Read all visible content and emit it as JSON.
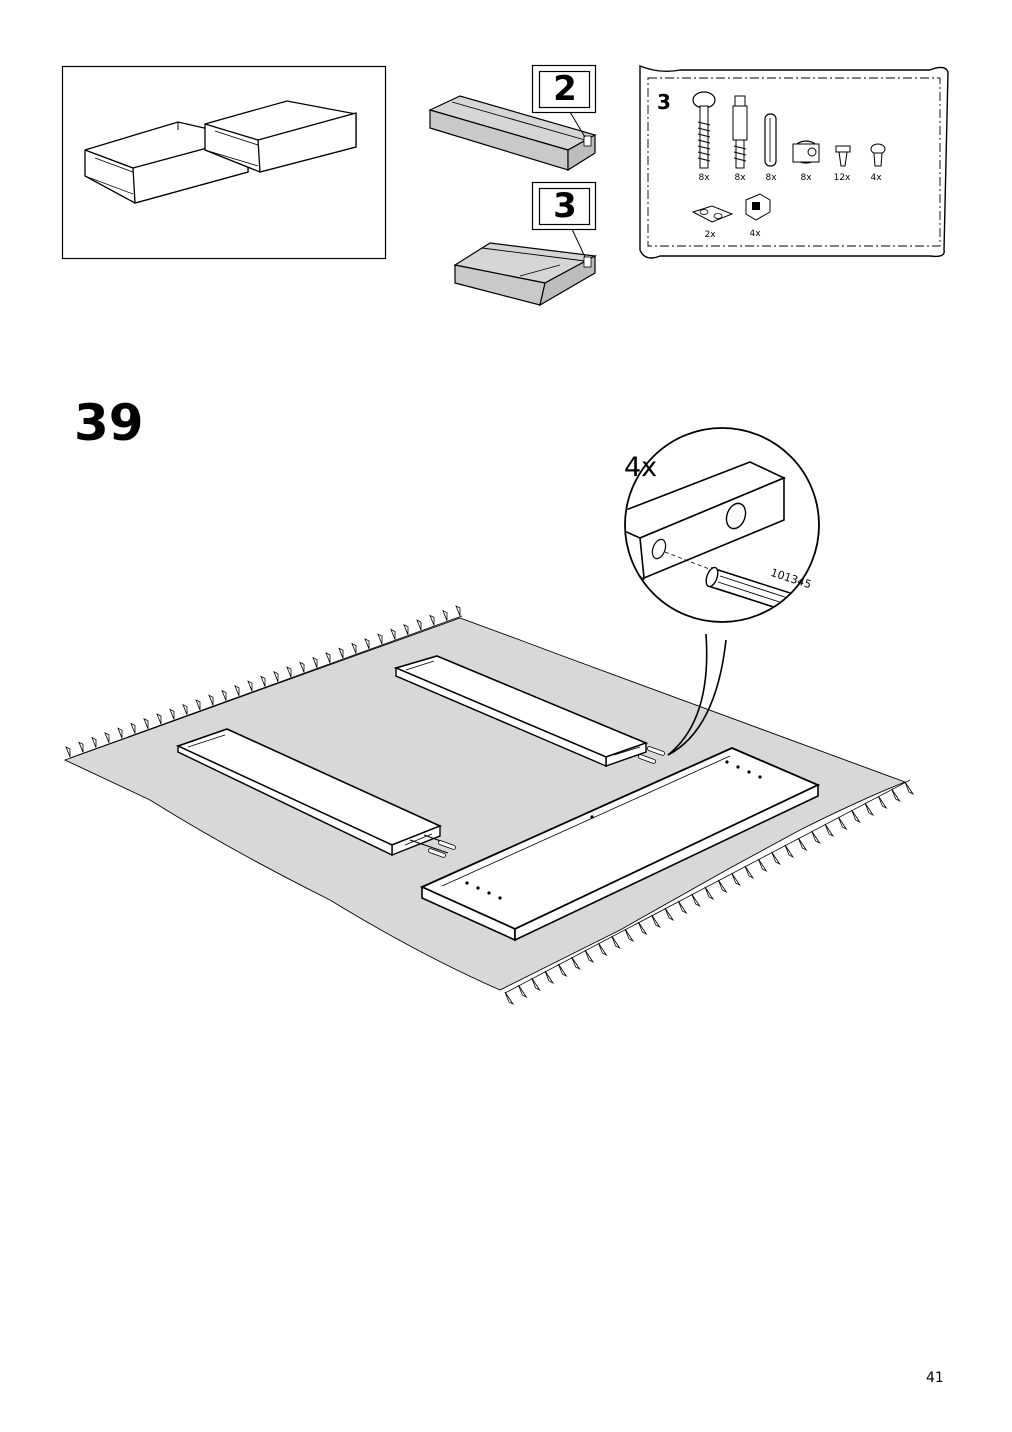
{
  "header": {
    "box_labels": [
      "2",
      "3"
    ],
    "bag": {
      "number": "3",
      "quantities": [
        "8x",
        "8x",
        "8x",
        "8x",
        "12x",
        "4x",
        "2x",
        "4x"
      ]
    }
  },
  "step": {
    "number": "39",
    "detail_quantity": "4x",
    "part_number": "101345"
  },
  "footer": {
    "page_number": "41"
  }
}
